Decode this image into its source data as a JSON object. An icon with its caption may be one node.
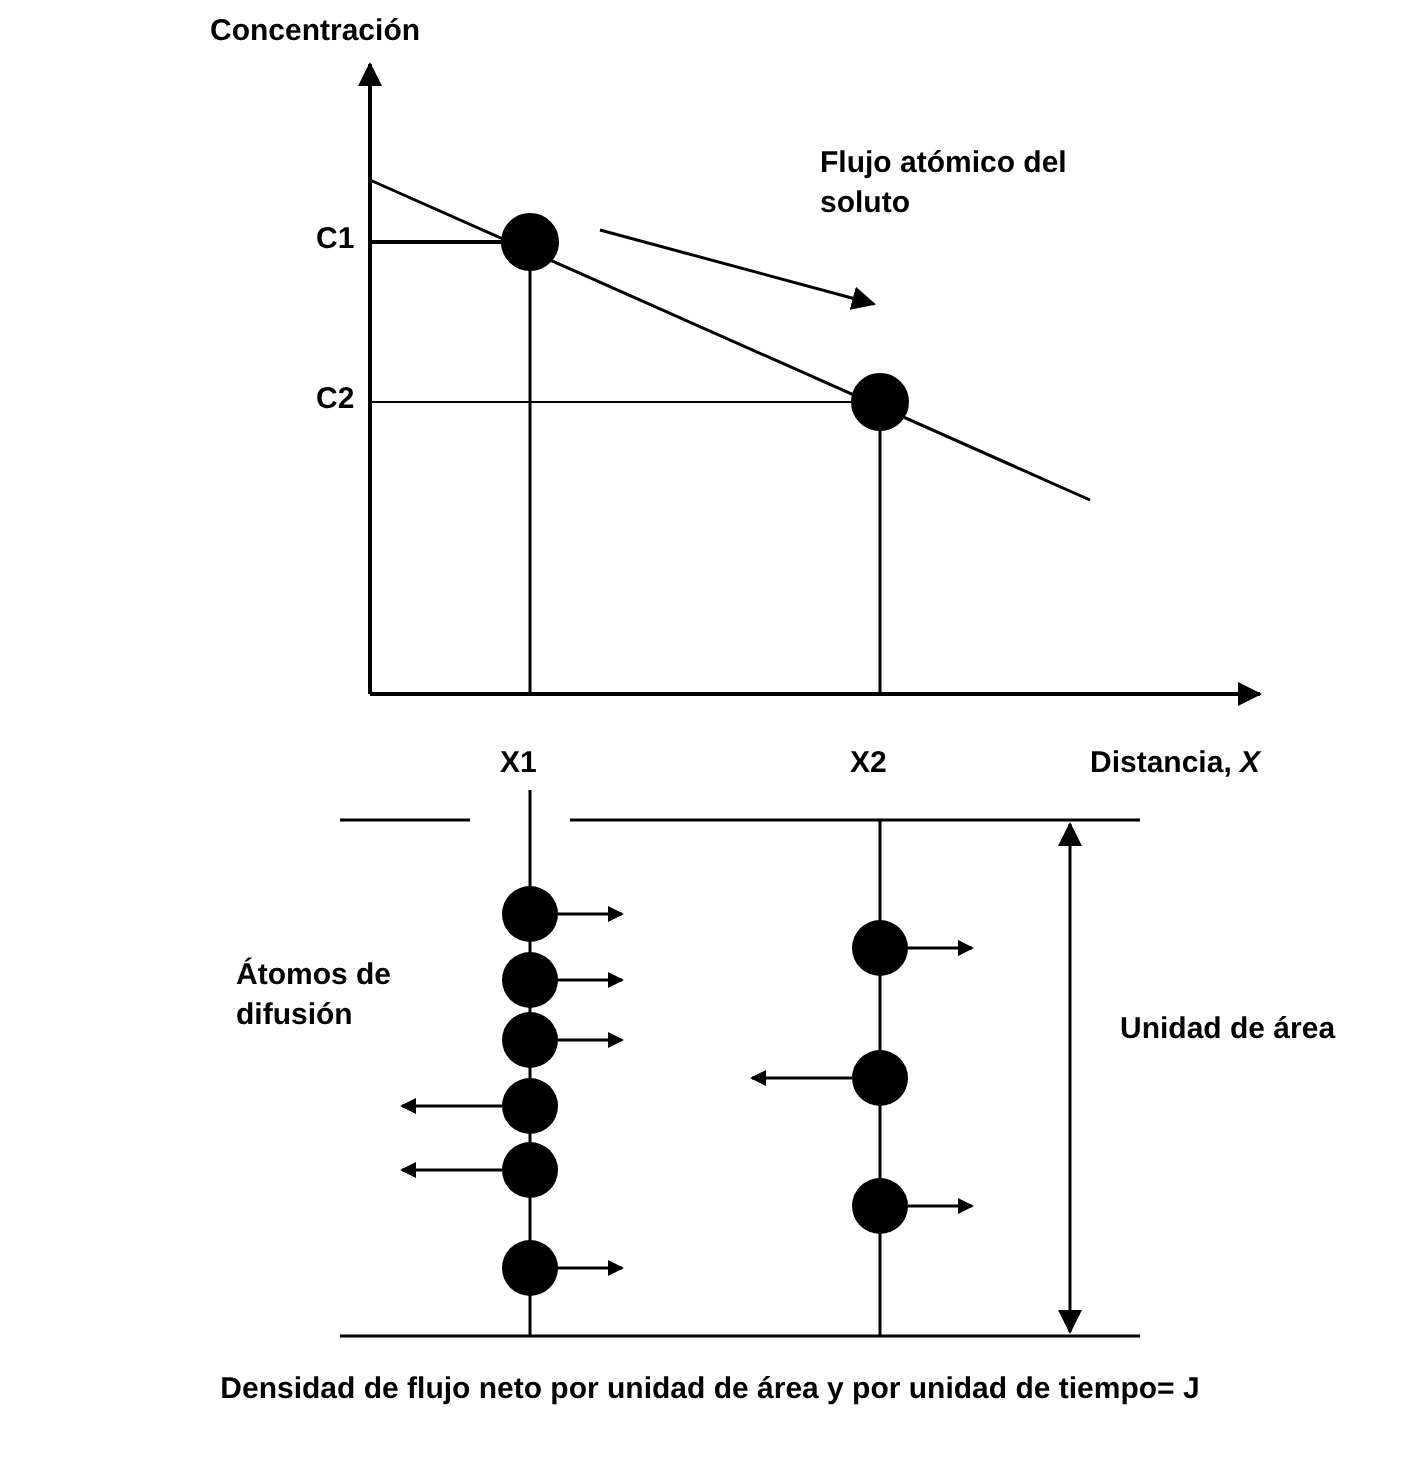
{
  "diagram": {
    "caption": "Densidad de flujo neto por unidad de área y por unidad de tiempo= J",
    "nodes": [
      {
        "text": [],
        "shape": "circle"
      },
      {
        "text": [],
        "shape": "circle"
      },
      {
        "text": [],
        "shape": "circle"
      },
      {
        "text": [],
        "shape": "circle"
      },
      {
        "text": [],
        "shape": "circle"
      },
      {
        "text": [],
        "shape": "circle"
      },
      {
        "text": [],
        "shape": "circle"
      },
      {
        "text": [],
        "shape": "circle"
      },
      {
        "text": [],
        "shape": "circle"
      }
    ],
    "edges": [
      {
        "from": 0,
        "to": null,
        "arrow": "to"
      },
      {
        "from": 1,
        "to": null,
        "arrow": "to"
      },
      {
        "from": 2,
        "to": null,
        "arrow": "to"
      },
      {
        "from": 3,
        "to": null,
        "arrow": "to"
      },
      {
        "from": 4,
        "to": null,
        "arrow": "to"
      },
      {
        "from": 5,
        "to": null,
        "arrow": "to"
      },
      {
        "from": 6,
        "to": null,
        "arrow": "to"
      },
      {
        "from": 7,
        "to": null,
        "arrow": "to"
      },
      {
        "from": 8,
        "to": null,
        "arrow": "to"
      }
    ],
    "labels": [
      "Concentración",
      "Flujo atómico del soluto",
      "C1",
      "C2",
      "Distancia, *X*",
      "X1",
      "X2",
      "Átomos de difusión",
      "Unidad de área"
    ]
  }
}
